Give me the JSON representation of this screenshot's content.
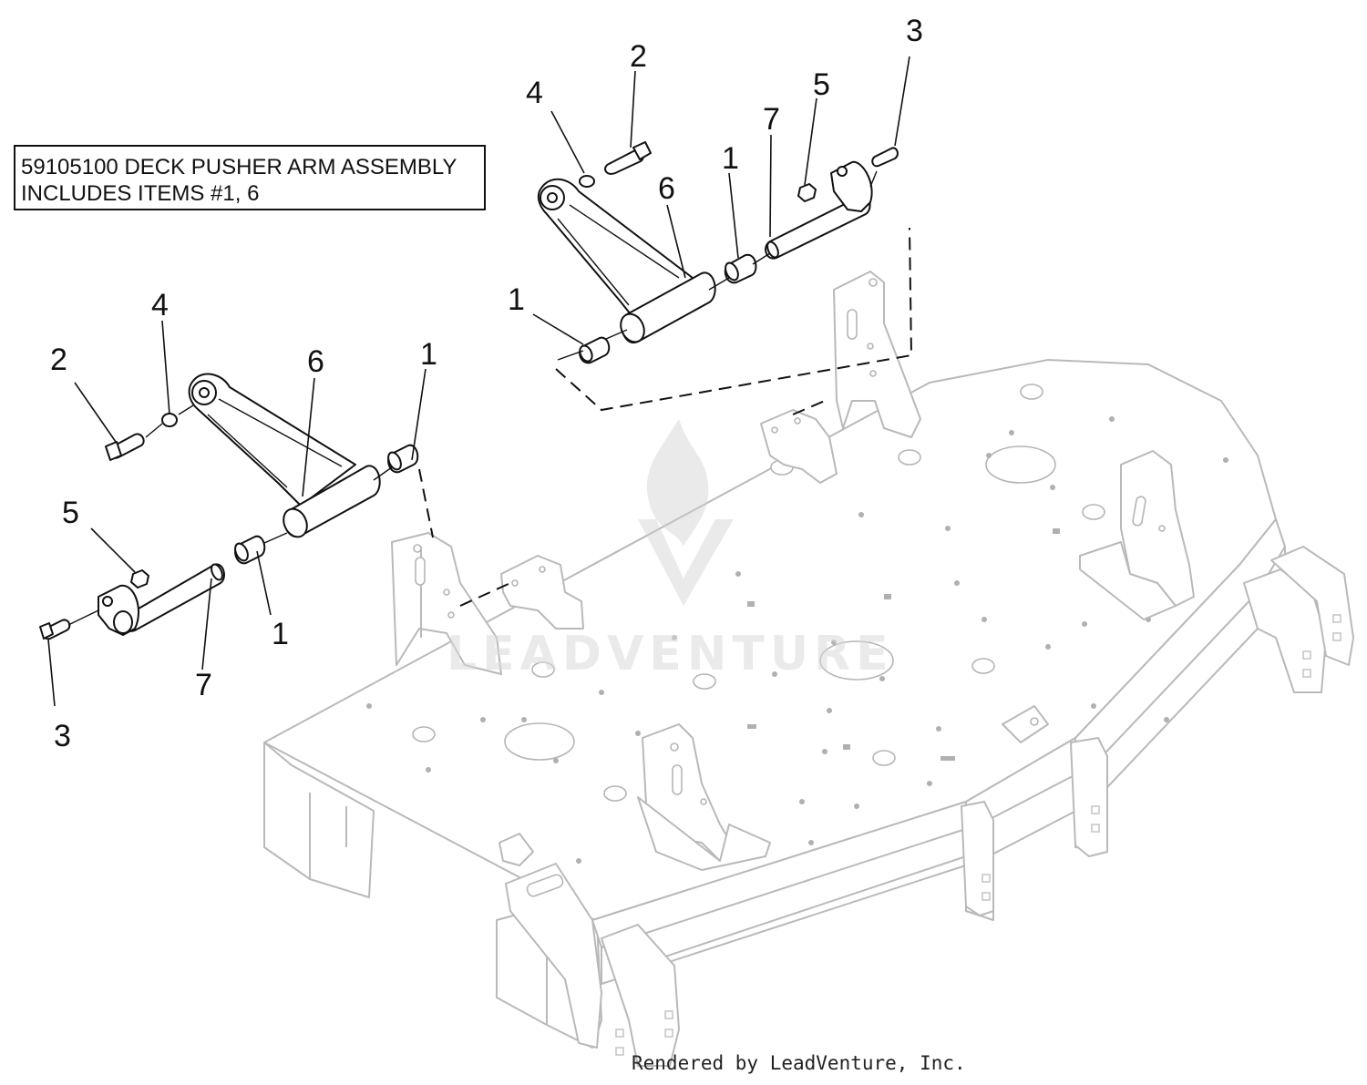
{
  "note": {
    "line1": "59105100 DECK PUSHER ARM ASSEMBLY",
    "line2": "INCLUDES ITEMS #1, 6"
  },
  "watermark": {
    "text": "LEADVENTURE"
  },
  "callouts": {
    "right_2": "2",
    "right_3": "3",
    "right_4": "4",
    "right_5": "5",
    "right_7": "7",
    "right_1_top": "1",
    "right_6": "6",
    "right_1_left": "1",
    "left_4": "4",
    "left_2": "2",
    "left_6": "6",
    "left_1_top": "1",
    "left_5": "5",
    "left_1_bottom": "1",
    "left_7": "7",
    "left_3": "3"
  },
  "credit": "Rendered by LeadVenture, Inc."
}
